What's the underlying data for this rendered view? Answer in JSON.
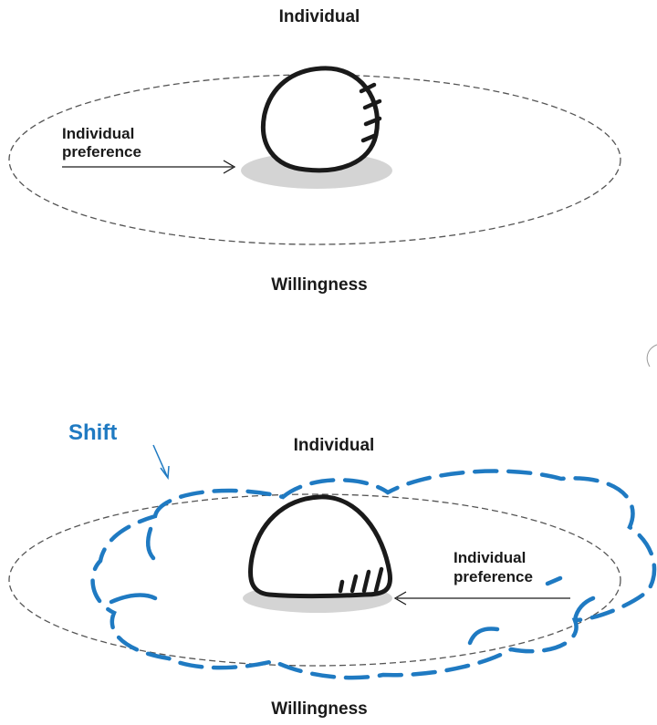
{
  "top_panel": {
    "title": "Individual",
    "preference_label_line1": "Individual",
    "preference_label_line2": "preference",
    "bottom_label": "Willingness"
  },
  "bottom_panel": {
    "title": "Individual",
    "preference_label_line1": "Individual",
    "preference_label_line2": "preference",
    "bottom_label": "Willingness",
    "shift_label": "Shift"
  },
  "colors": {
    "ink": "#1a1a1a",
    "dashed_ellipse": "#555555",
    "shadow": "#d4d4d4",
    "shift_blue": "#1f7ac2"
  }
}
